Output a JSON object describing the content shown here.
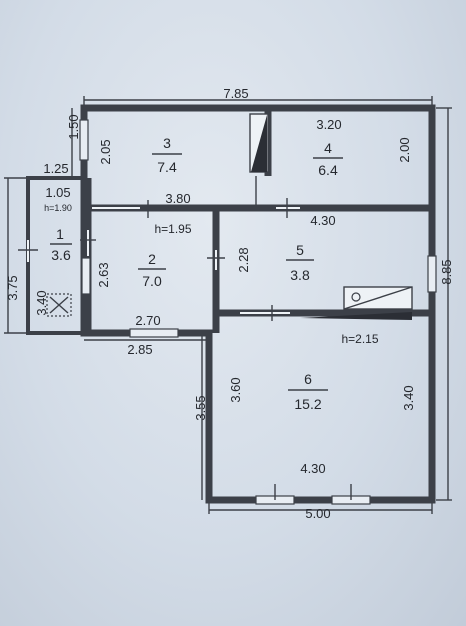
{
  "rooms": [
    {
      "number": "1",
      "area": "3.6"
    },
    {
      "number": "2",
      "area": "7.0"
    },
    {
      "number": "3",
      "area": "7.4"
    },
    {
      "number": "4",
      "area": "6.4"
    },
    {
      "number": "5",
      "area": "3.8"
    },
    {
      "number": "6",
      "area": "15.2"
    }
  ],
  "dimensions": {
    "top_overall": "7.85",
    "room3_left_outer": "1.50",
    "room3_left_inner": "2.05",
    "room4_width": "3.20",
    "room4_height": "2.00",
    "vestibule_top": "1.25",
    "vestibule_width": "1.05",
    "room2_top": "3.80",
    "room5_top": "4.30",
    "room5_height": "2.28",
    "right_overall": "8.85",
    "left_overall": "3.75",
    "vestibule_height": "3.40",
    "room2_height": "2.63",
    "room2_bottom_inner": "2.70",
    "room2_bottom_outer": "2.85",
    "room6_left_outer": "3.55",
    "room6_left_inner": "3.60",
    "room6_right": "3.40",
    "room6_bottom_inner": "4.30",
    "bottom_overall": "5.00"
  },
  "heights": {
    "vestibule": "h=1.90",
    "room2": "h=1.95",
    "room6": "h=2.15"
  }
}
